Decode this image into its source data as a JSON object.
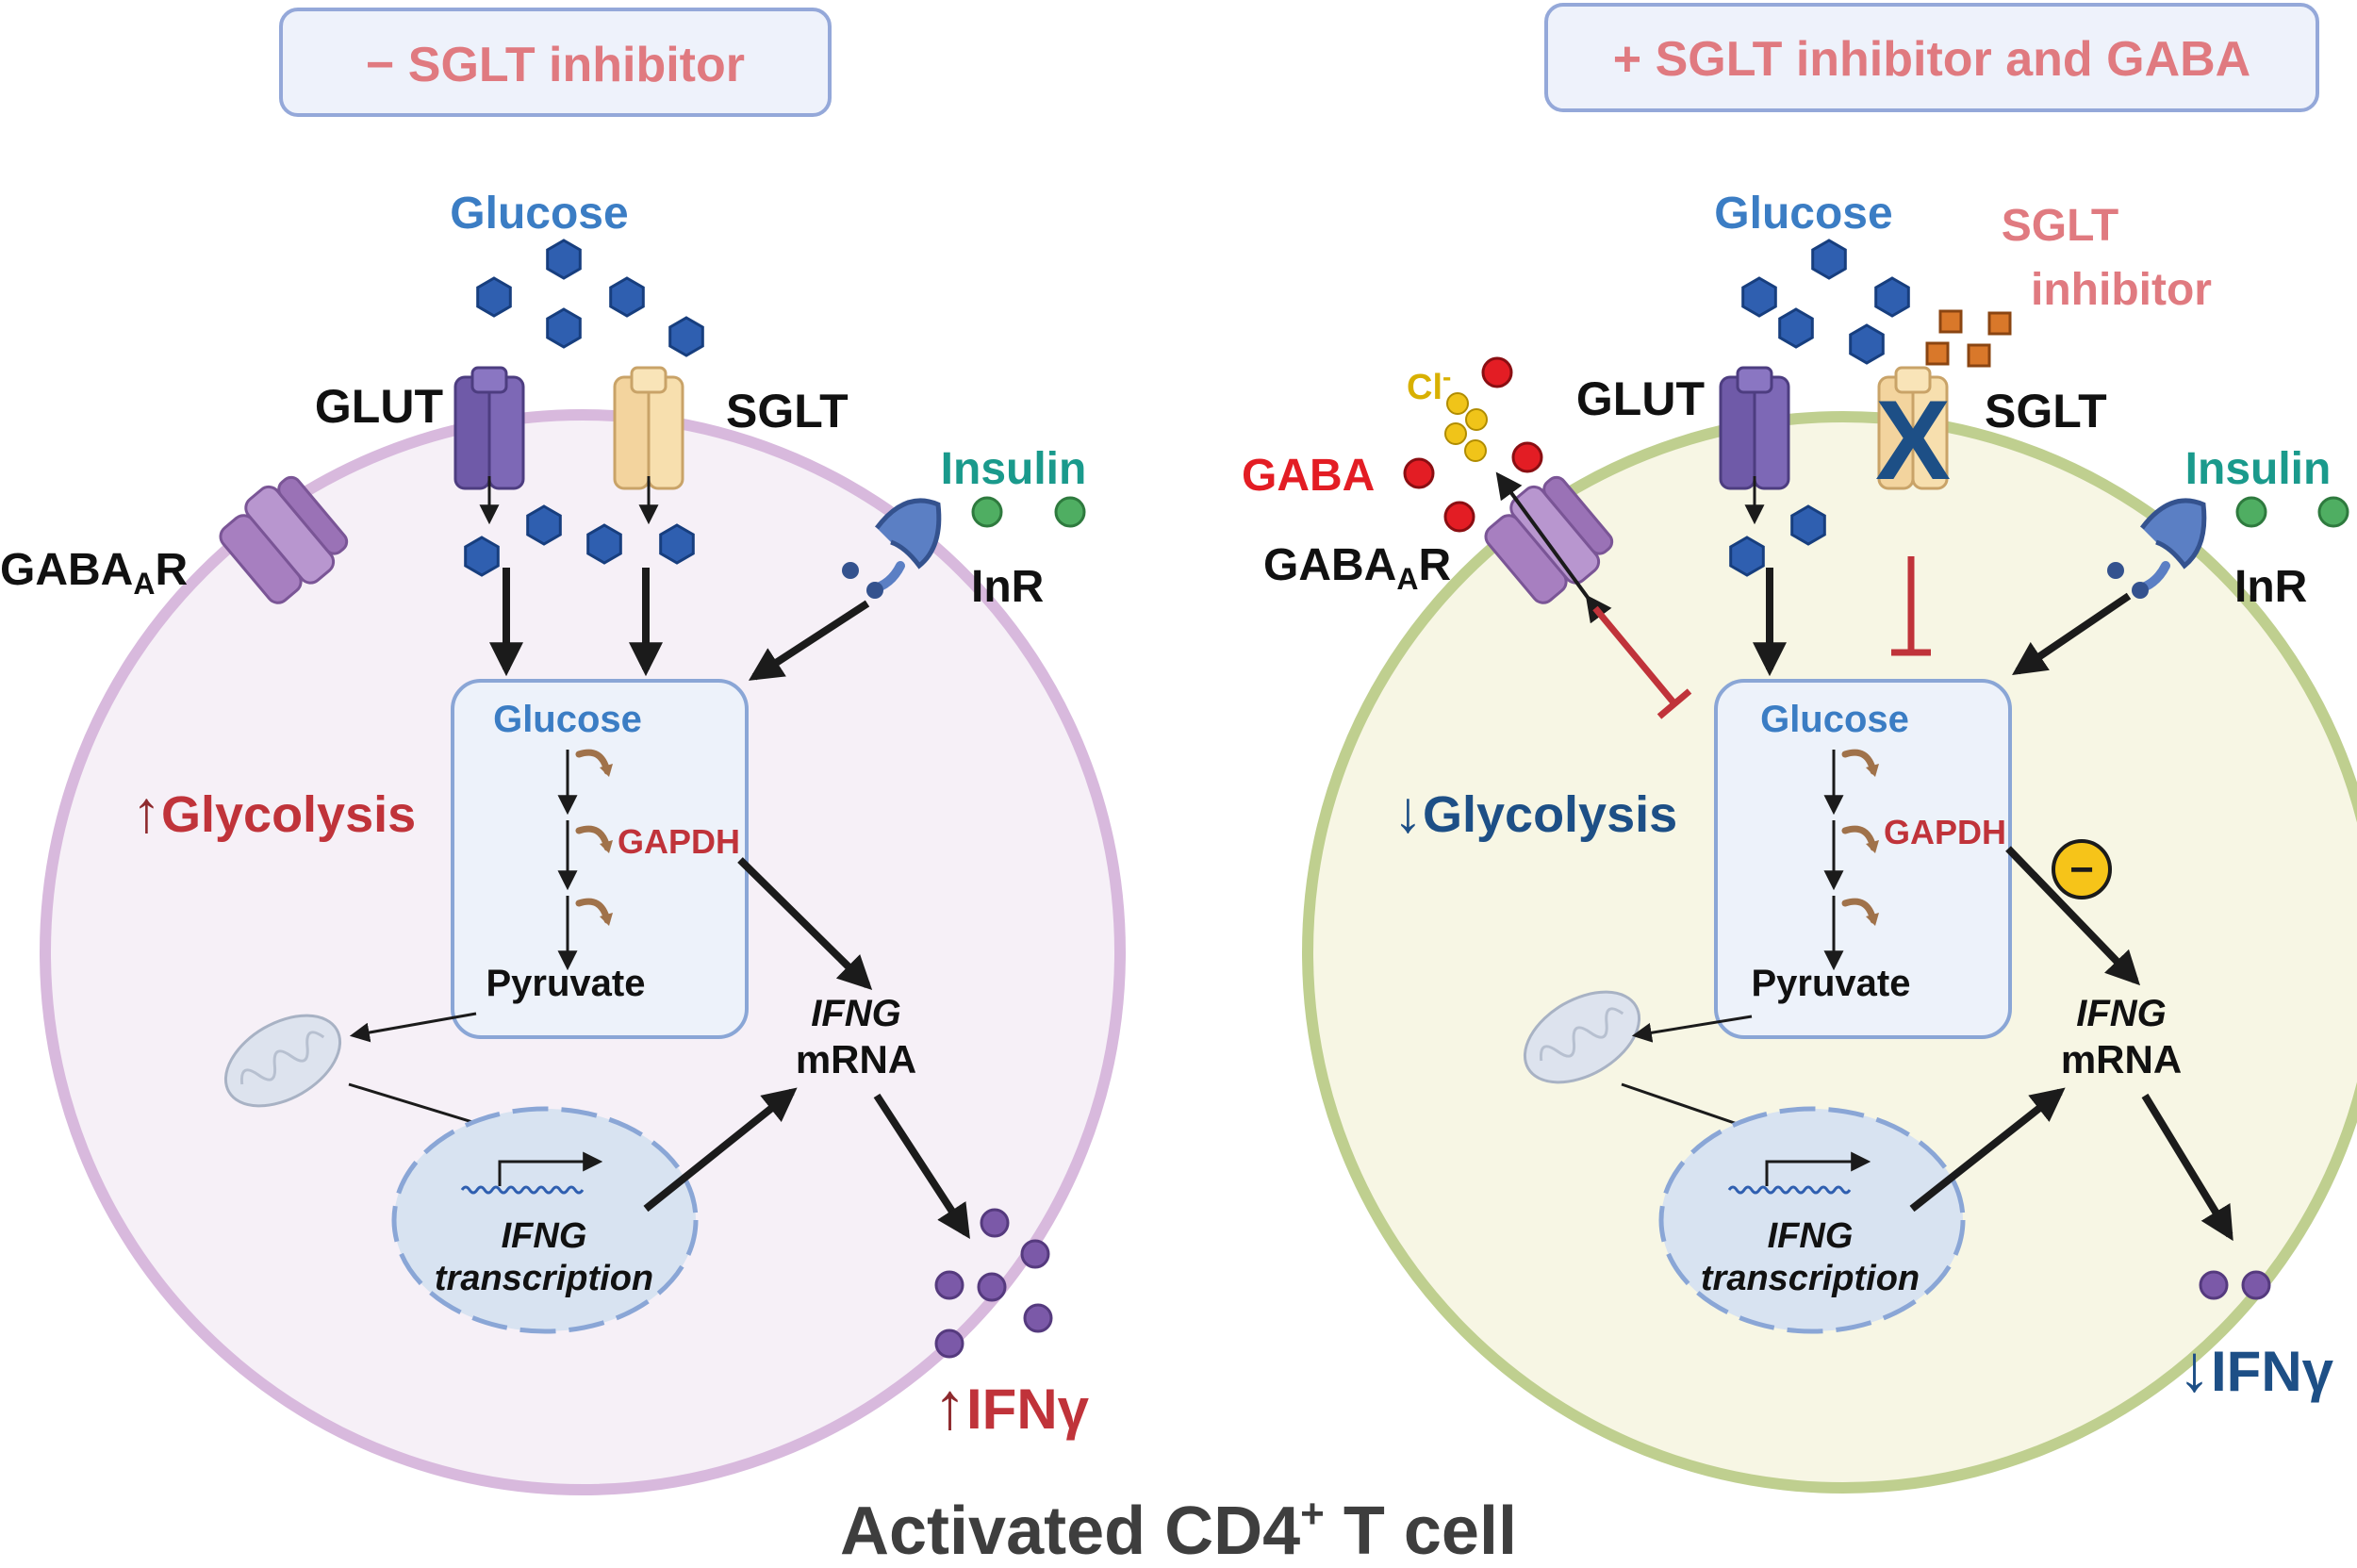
{
  "footer": {
    "title_main": "Activated CD4",
    "title_sup": "+",
    "title_tail": " T cell"
  },
  "colors": {
    "glucose_blue": "#3b7dc4",
    "hexagon": "#2f5fb0",
    "red_label": "#c0333a",
    "pink_label": "#e07a80",
    "teal_label": "#1a9a8c",
    "dark_blue": "#1d4f86",
    "dark_red": "#8e2a2e"
  },
  "left": {
    "title": "− SGLT inhibitor",
    "glucose": "Glucose",
    "glut": "GLUT",
    "sglt": "SGLT",
    "insulin": "Insulin",
    "inr": "InR",
    "gabaar_main": "GABA",
    "gabaar_sub": "A",
    "gabaar_tail": "R",
    "box_glucose": "Glucose",
    "gapdh": "GAPDH",
    "pyruvate": "Pyruvate",
    "glycolysis": "Glycolysis",
    "glycolysis_dir": "↑",
    "ifng_gene": "IFNG",
    "mrna": "mRNA",
    "tx_gene": "IFNG",
    "tx_word": "transcription",
    "ifny": "IFNγ",
    "ifny_dir": "↑"
  },
  "right": {
    "title": "+ SGLT inhibitor and GABA",
    "glucose": "Glucose",
    "sglt_inhibitor_1": "SGLT",
    "sglt_inhibitor_2": "inhibitor",
    "glut": "GLUT",
    "sglt": "SGLT",
    "sglt_block": "X",
    "cl": "Cl",
    "cl_sup": "-",
    "gaba": "GABA",
    "gabaar_main": "GABA",
    "gabaar_sub": "A",
    "gabaar_tail": "R",
    "insulin": "Insulin",
    "inr": "InR",
    "box_glucose": "Glucose",
    "gapdh": "GAPDH",
    "pyruvate": "Pyruvate",
    "glycolysis": "Glycolysis",
    "glycolysis_dir": "↓",
    "minus": "−",
    "ifng_gene": "IFNG",
    "mrna": "mRNA",
    "tx_gene": "IFNG",
    "tx_word": "transcription",
    "ifny": "IFNγ",
    "ifny_dir": "↓"
  }
}
